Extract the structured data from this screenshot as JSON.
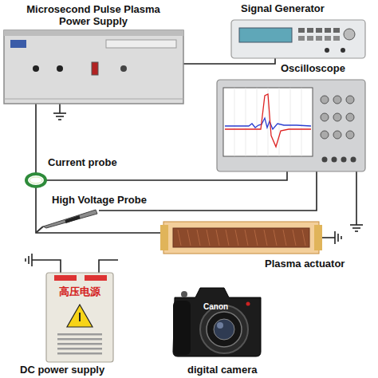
{
  "diagram": {
    "nodes": [
      {
        "text": [
          "Microsecond Pulse Plasma Power Supply"
        ]
      },
      {
        "text": [
          "Signal Generator"
        ]
      },
      {
        "text": [
          "Oscilloscope"
        ]
      },
      {
        "text": [
          "Current probe"
        ]
      },
      {
        "text": [
          "High Voltage Probe"
        ]
      },
      {
        "text": [
          "Plasma actuator"
        ]
      },
      {
        "text": [
          "高压电源",
          "DC power supply"
        ]
      },
      {
        "text": [
          "Canon",
          "digital camera"
        ]
      }
    ],
    "edges": [
      {
        "from": 0,
        "to": 1,
        "arrow": "none"
      },
      {
        "from": 0,
        "to": 3,
        "arrow": "none"
      },
      {
        "from": 3,
        "to": 5,
        "arrow": "none"
      },
      {
        "from": 3,
        "to": 2,
        "arrow": "none"
      },
      {
        "from": 4,
        "to": 2,
        "arrow": "none"
      }
    ]
  }
}
